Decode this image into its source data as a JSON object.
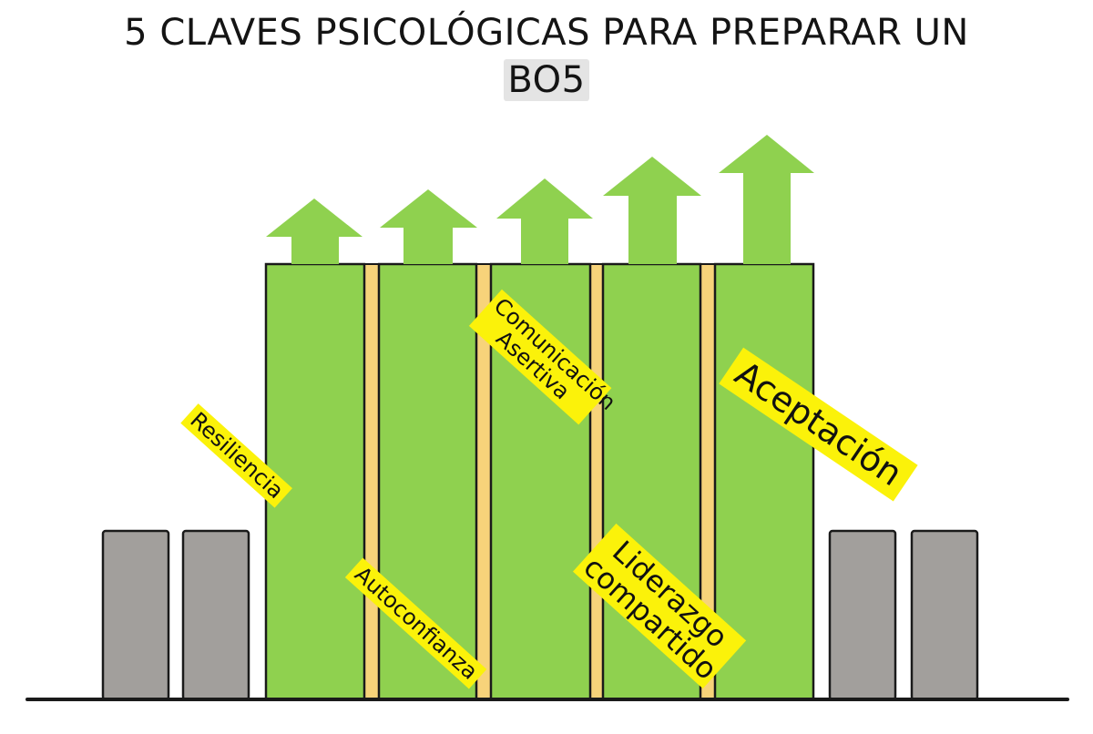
{
  "title": {
    "main": "5 CLAVES PSICOLÓGICAS PARA PREPARAR UN",
    "highlight": "BO5"
  },
  "keys": [
    {
      "label": "Resiliencia"
    },
    {
      "label": "Autoconfianza"
    },
    {
      "label": "Comunicación Asertiva"
    },
    {
      "label": "Liderazgo compartido"
    },
    {
      "label": "Aceptación"
    }
  ],
  "colors": {
    "pillar_green": "#8fd14f",
    "arrow_green": "#8fd14f",
    "gap_yellow": "#f7d37a",
    "side_block_gray": "#a29f9c",
    "label_yellow": "#fbf20a",
    "outline": "#1a1a1a"
  }
}
